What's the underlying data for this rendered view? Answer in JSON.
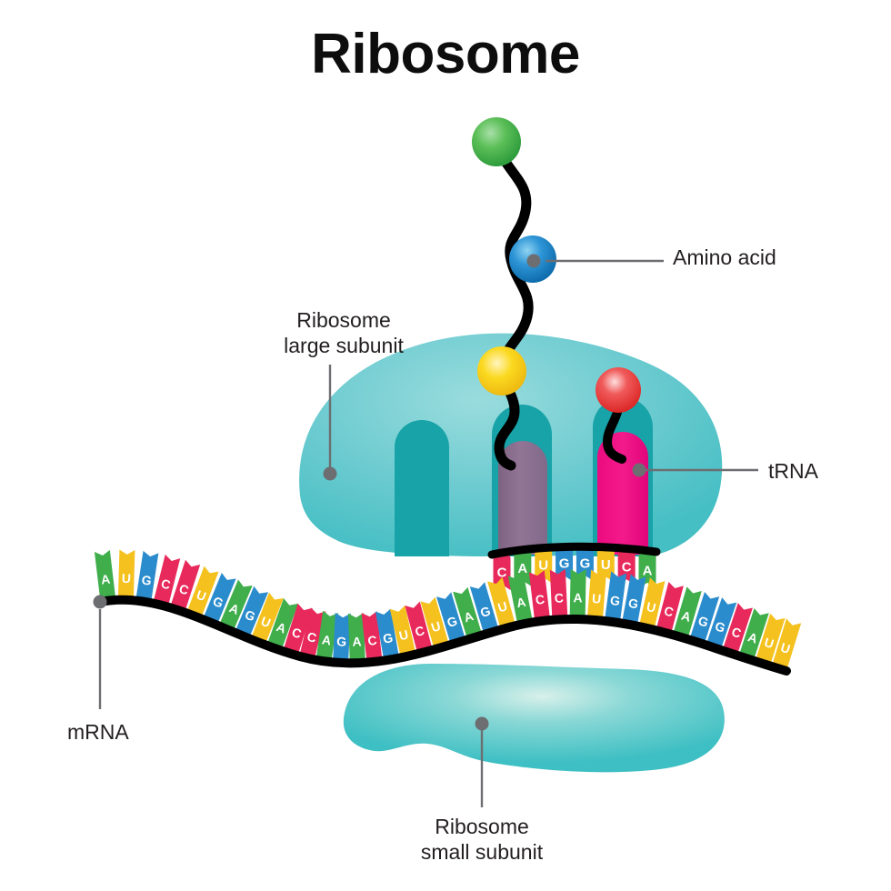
{
  "title": "Ribosome",
  "labels": {
    "amino_acid": "Amino acid",
    "trna": "tRNA",
    "ribosome_large": "Ribosome\nlarge subunit",
    "ribosome_small": "Ribosome\nsmall subunit",
    "mrna": "mRNA"
  },
  "colors": {
    "background": "#ffffff",
    "title": "#0d0d0d",
    "label_text": "#231f20",
    "leader_line": "#6d6e71",
    "leader_dot": "#6d6e71",
    "large_subunit": "#5cc6cc",
    "large_subunit_light": "#8ed8da",
    "large_subunit_slot": "#17a3a8",
    "small_subunit": "#45c3c6",
    "small_subunit_light": "#bfe8e4",
    "trna_purple": "#8d6f90",
    "trna_magenta": "#ec0e80",
    "amino_green": "#3fae4b",
    "amino_blue": "#1c81c6",
    "amino_yellow": "#f9d616",
    "amino_red": "#ea3b3b",
    "backbone": "#000000",
    "base_a": "#3fae4b",
    "base_u": "#f5c11e",
    "base_g": "#2b8ccd",
    "base_c": "#e8295b"
  },
  "mrna": {
    "sequence": "AUGCCUGAGUACCAGACGUCUGAGUACCAUGGUCAGGCAUU",
    "bases": [
      "A",
      "U",
      "G",
      "C",
      "C",
      "U",
      "G",
      "A",
      "G",
      "U",
      "A",
      "C",
      "C",
      "A",
      "G",
      "A",
      "C",
      "G",
      "U",
      "C",
      "U",
      "G",
      "A",
      "G",
      "U",
      "A",
      "C",
      "C",
      "A",
      "U",
      "G",
      "G",
      "U",
      "C",
      "A",
      "G",
      "G",
      "C",
      "A",
      "U",
      "U"
    ],
    "count": 41
  },
  "trna_anticodon": {
    "bases": [
      "C",
      "A",
      "U",
      "G",
      "G",
      "U",
      "C",
      "A"
    ],
    "sequence": "CAUGGUCA"
  },
  "amino_acid_chain": {
    "residues": [
      {
        "name": "residue-1",
        "color": "#3fae4b"
      },
      {
        "name": "residue-2",
        "color": "#1c81c6"
      },
      {
        "name": "residue-3",
        "color": "#f9d616"
      },
      {
        "name": "residue-4",
        "color": "#ea3b3b"
      }
    ]
  },
  "trna_molecules": [
    {
      "name": "trna-p-site",
      "color": "#8d6f90"
    },
    {
      "name": "trna-a-site",
      "color": "#ec0e80"
    }
  ]
}
